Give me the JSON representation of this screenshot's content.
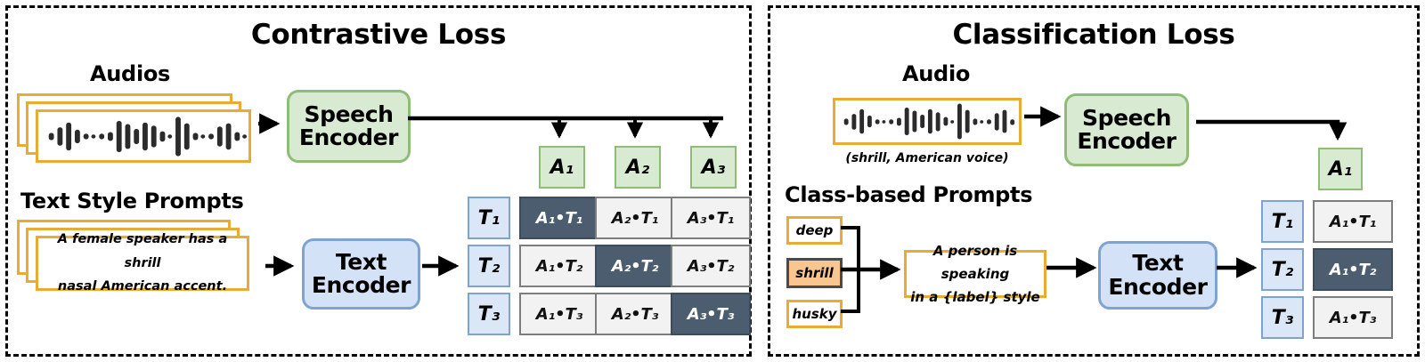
{
  "panels": [
    {
      "id": "contrastive",
      "title": "Contrastive Loss",
      "audio_label": "Audios",
      "prompt_label": "Text Style Prompts",
      "speech_encoder": {
        "line1": "Speech",
        "line2": "Encoder"
      },
      "text_encoder": {
        "line1": "Text",
        "line2": "Encoder"
      },
      "prompt_text": {
        "line1": "A female speaker has a shrill",
        "line2": "nasal American accent."
      },
      "audio_icon": "waveform-icon",
      "matrix": {
        "columns": [
          "A₁",
          "A₂",
          "A₃"
        ],
        "rows": [
          "T₁",
          "T₂",
          "T₃"
        ],
        "cells": [
          [
            {
              "text": "A₁•T₁",
              "highlighted": true
            },
            {
              "text": "A₂•T₁",
              "highlighted": false
            },
            {
              "text": "A₃•T₁",
              "highlighted": false
            }
          ],
          [
            {
              "text": "A₁•T₂",
              "highlighted": false
            },
            {
              "text": "A₂•T₂",
              "highlighted": true
            },
            {
              "text": "A₃•T₂",
              "highlighted": false
            }
          ],
          [
            {
              "text": "A₁•T₃",
              "highlighted": false
            },
            {
              "text": "A₂•T₃",
              "highlighted": false
            },
            {
              "text": "A₃•T₃",
              "highlighted": true
            }
          ]
        ]
      }
    },
    {
      "id": "classification",
      "title": "Classification Loss",
      "audio_label": "Audio",
      "audio_caption": "(shrill, American voice)",
      "prompt_label": "Class-based Prompts",
      "speech_encoder": {
        "line1": "Speech",
        "line2": "Encoder"
      },
      "text_encoder": {
        "line1": "Text",
        "line2": "Encoder"
      },
      "class_chips": [
        {
          "label": "deep",
          "selected": false
        },
        {
          "label": "shrill",
          "selected": true
        },
        {
          "label": "husky",
          "selected": false
        }
      ],
      "template_text": {
        "line1": "A person is speaking",
        "line2": "in a {label} style"
      },
      "audio_icon": "waveform-icon",
      "matrix": {
        "columns": [
          "A₁"
        ],
        "rows": [
          "T₁",
          "T₂",
          "T₃"
        ],
        "cells": [
          [
            {
              "text": "A₁•T₁",
              "highlighted": false
            }
          ],
          [
            {
              "text": "A₁•T₂",
              "highlighted": true
            }
          ],
          [
            {
              "text": "A₁•T₃",
              "highlighted": false
            }
          ]
        ]
      }
    }
  ],
  "colors": {
    "audio_border": "#e9ab33",
    "speech_encoder_fill": "#d9ead3",
    "speech_encoder_border": "#8fbc76",
    "text_encoder_fill": "#d4e2f7",
    "text_encoder_border": "#7fa3d0",
    "cell_highlight": "#4c5d70",
    "cell_plain": "#f2f2f2",
    "chip_selected": "#f8c68e",
    "panel_border": "#000000"
  }
}
